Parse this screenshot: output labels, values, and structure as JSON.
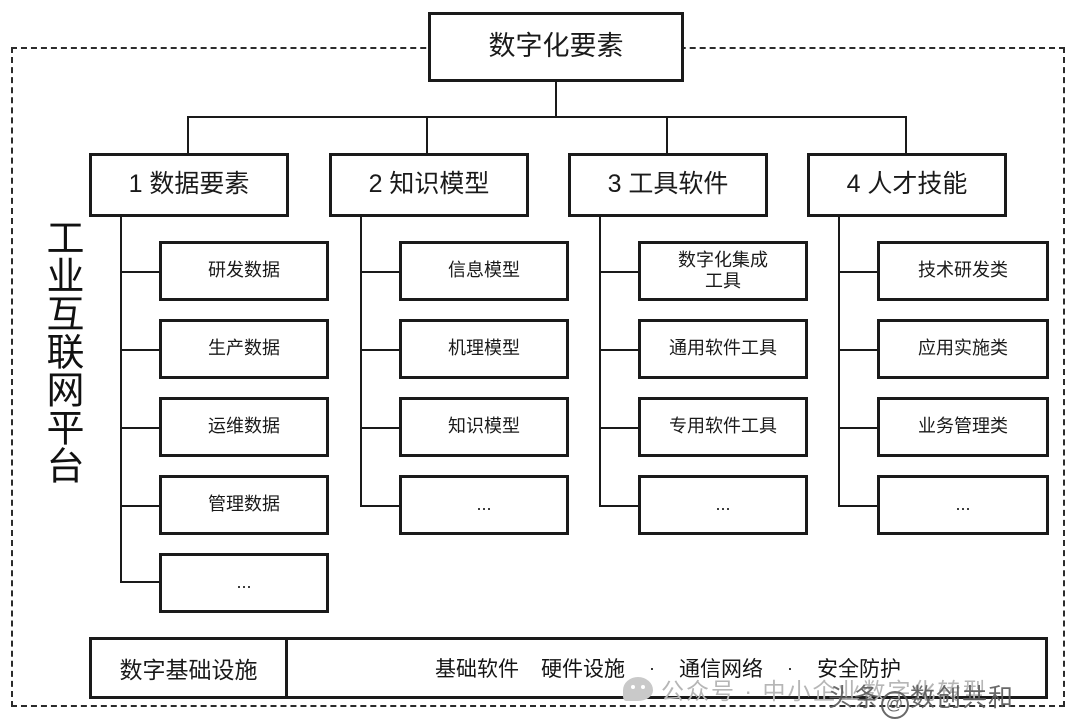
{
  "diagram": {
    "title": "数字化要素",
    "platform_label": "工业互联网平台",
    "categories": [
      {
        "label": "1 数据要素",
        "children": [
          "研发数据",
          "生产数据",
          "运维数据",
          "管理数据",
          "..."
        ]
      },
      {
        "label": "2 知识模型",
        "children": [
          "信息模型",
          "机理模型",
          "知识模型",
          "..."
        ]
      },
      {
        "label": "3 工具软件",
        "children": [
          "数字化集成\n工具",
          "通用软件工具",
          "专用软件工具",
          "..."
        ]
      },
      {
        "label": "4 人才技能",
        "children": [
          "技术研发类",
          "应用实施类",
          "业务管理类",
          "..."
        ]
      }
    ],
    "infrastructure": {
      "label": "数字基础设施",
      "items": [
        "基础软件",
        "硬件设施",
        "通信网络",
        "安全防护"
      ],
      "separator": "·"
    }
  },
  "watermarks": {
    "wechat_text": "公众号 · 中小企业数字化转型",
    "toutiao_prefix": "头条",
    "toutiao_at": "@",
    "toutiao_name": "数创共和"
  },
  "colors": {
    "line": "#1a1a1a",
    "background": "#ffffff",
    "frame": "#2b2b2b"
  }
}
